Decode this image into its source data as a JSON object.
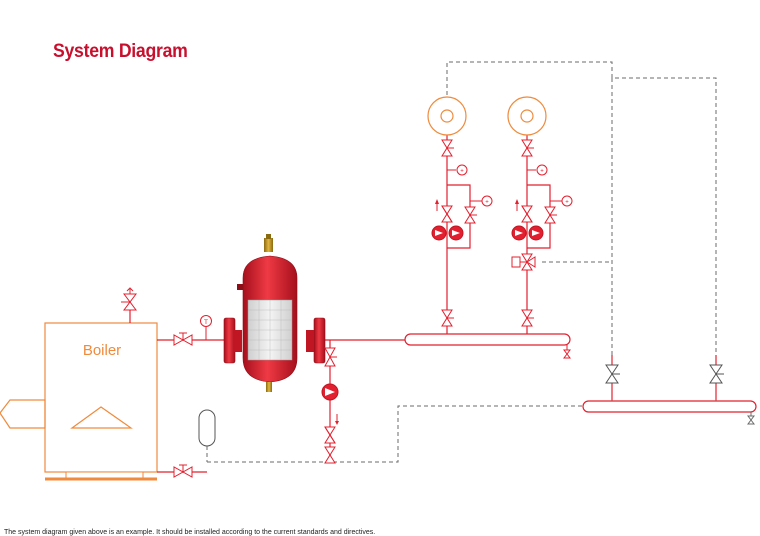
{
  "title": "System Diagram",
  "boiler": {
    "label": "Boiler"
  },
  "gauges": {
    "thermometer": "T",
    "pressure": "+"
  },
  "footnote": "The system diagram given above is an example. It should be installed according to the current standards and directives.",
  "colors": {
    "title": "#c8102e",
    "pipe": "#e3202f",
    "boiler": "#f08a3c",
    "control_line": "#6b6b6b",
    "separator_body": "#d91d2c",
    "separator_mesh": "#d9d9d9",
    "vent": "#b8860b"
  },
  "icons": [
    "gate-valve-icon",
    "check-valve-icon",
    "pump-icon",
    "balancing-valve-icon",
    "three-way-mixing-valve-icon",
    "safety-valve-icon",
    "expansion-vessel-icon",
    "radiator-icon",
    "flame-icon"
  ]
}
